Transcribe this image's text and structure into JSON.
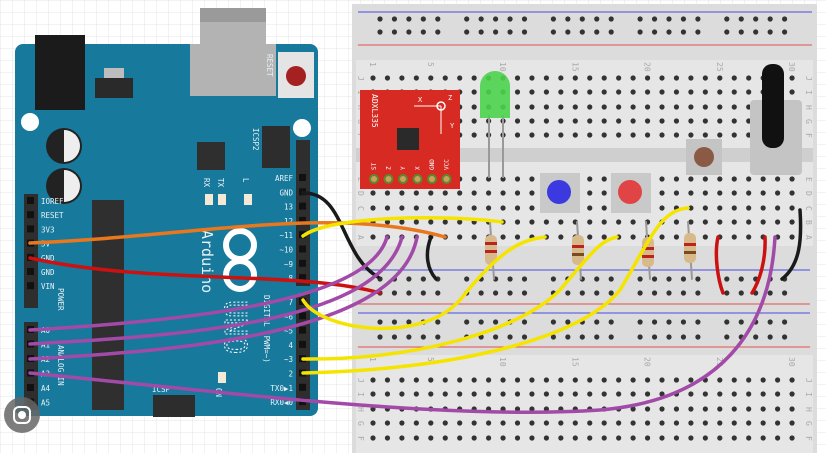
{
  "arduino": {
    "brand": "Arduino",
    "model": "UNO",
    "reset_label": "RESET",
    "icsp2_label": "ICSP2",
    "icsp_label": "ICSP",
    "tx_label": "TX",
    "rx_label": "RX",
    "l_label": "L",
    "on_label": "ON",
    "power_label": "POWER",
    "analog_label": "ANALOG IN",
    "digital_label": "DIGITAL (PWM=~)",
    "left_pins": [
      "IOREF",
      "RESET",
      "3V3",
      "5V",
      "GND",
      "GND",
      "VIN"
    ],
    "analog_pins": [
      "A0",
      "A1",
      "A2",
      "A3",
      "A4",
      "A5"
    ],
    "right_pins_top": [
      "AREF",
      "GND",
      "13",
      "12",
      "~11",
      "~10",
      "~9",
      "8"
    ],
    "right_pins_bottom": [
      "7",
      "~6",
      "~5",
      "4",
      "~3",
      "2",
      "TX0▶1",
      "RX0◀0"
    ],
    "board_color": "#17799b"
  },
  "accelerometer": {
    "name": "ADXL335",
    "pins": [
      "ST",
      "Z",
      "Y",
      "X",
      "GND",
      "VCC"
    ],
    "axes": [
      "X",
      "Y",
      "Z"
    ],
    "color": "#d62a22"
  },
  "breadboard": {
    "column_numbers": [
      "1",
      "5",
      "10",
      "15",
      "20",
      "25",
      "30"
    ],
    "row_letters_top": [
      "J",
      "I",
      "H",
      "G",
      "F"
    ],
    "row_letters_bottom": [
      "E",
      "D",
      "C",
      "B",
      "A"
    ]
  },
  "wire_colors": {
    "yellow": "#f5e400",
    "purple": "#a24aa8",
    "orange": "#e8771e",
    "red": "#cc1111",
    "black": "#1a1a1a"
  },
  "watermark_icon": "lens-icon"
}
